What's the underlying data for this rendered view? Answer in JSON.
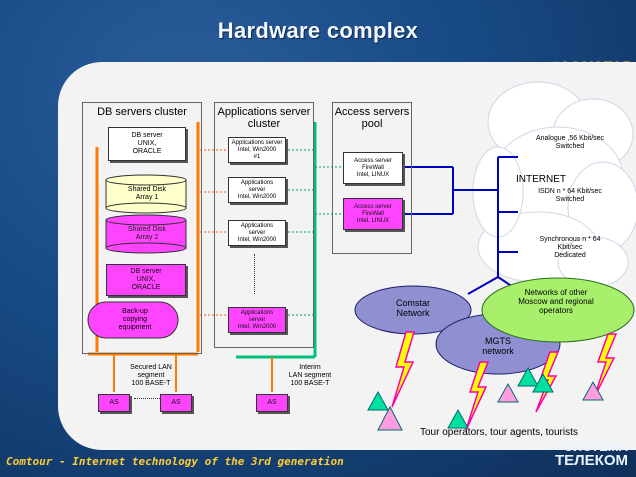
{
  "slide": {
    "title": "Hardware complex",
    "brand": "#COMSTAR",
    "footer": "Comtour - Internet technology of the 3rd generation",
    "footer_logo": {
      "line1": "СИСТЕМА",
      "line2": "ТЕЛЕКОМ"
    }
  },
  "db_cluster": {
    "title": "DB servers cluster",
    "db_server_1": "DB server\nUNIX,\nORACLE",
    "shared_disk_1": "Shared Disk\nArray 1",
    "shared_disk_2": "Shared Disk\nArray 2",
    "db_server_2": "DB server\nUNIX,\nORACLE",
    "backup": "Back-up\ncopying\nequipment"
  },
  "app_cluster": {
    "title": "Applications server cluster",
    "servers": [
      "Applications server\nIntel, Win2000\n#1",
      "Applications\nserver\nIntel, Win2000",
      "Applications\nserver\nIntel, Win2000",
      "Applications\nserver\nIntel, Win2000"
    ]
  },
  "access_pool": {
    "title": "Access servers pool",
    "server_1": "Access server\nFireWall\nIntel, LINUX",
    "server_2": "Access server\nFireWall\nIntel, LINUX"
  },
  "internet": {
    "label": "INTERNET",
    "links": [
      "Analogue ,56 Kbit/sec\nSwitched",
      "ISDN n * 64 Kbit/sec\nSwitched",
      "Synchronous n * 64\nKbit/sec\nDedicated"
    ]
  },
  "networks": {
    "comstar": "Comstar\nNetwork",
    "other": "Networks of other\nMoscow and regional\noperators",
    "mgts": "MGTS\nnetwork"
  },
  "lan": {
    "secured": "Secured LAN\nsegment\n100 BASE-T",
    "interim": "Interim\nLAN segment\n100 BASE-T",
    "ws_labels": [
      "AS",
      "AS",
      "AS"
    ]
  },
  "consumers": "Tour operators, tour agents, tourists",
  "colors": {
    "orange": "#ff7a00",
    "green": "#00c07a",
    "blue": "#0000c0",
    "magenta": "#ff44ff",
    "cloud_green": "#a8f06c",
    "cloud_purple": "#8f8fd1",
    "cyan_tri": "#00e0a0",
    "pink_tri": "#ff9de0"
  }
}
